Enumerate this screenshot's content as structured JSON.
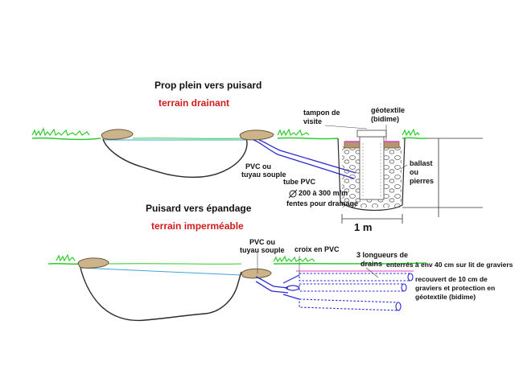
{
  "section1": {
    "title": "Prop plein vers puisard",
    "subtitle": "terrain drainant",
    "labels": {
      "pvc_line1": "PVC ou",
      "pvc_line2": "tuyau souple",
      "tampon_line1": "tampon de",
      "tampon_line2": "visite",
      "geo_line1": "géotextile",
      "geo_line2": "(bidime)",
      "ballast_line1": "ballast",
      "ballast_line2": "ou",
      "ballast_line3": "pierres",
      "tube": "tube PVC",
      "diameter": "200 à 300",
      "diameter_unit": "m/m",
      "fentes": "fentes pour drainage",
      "scale": "1 m"
    }
  },
  "section2": {
    "title": "Puisard vers épandage",
    "subtitle_prefix": "terrain ",
    "subtitle_word": "imperméable",
    "labels": {
      "pvc_line1": "PVC ou",
      "pvc_line2": "tuyau souple",
      "croix": "croix en PVC",
      "longueurs_line1": "3 longueurs de",
      "longueurs_line2": "drains",
      "enterres": "enterrés à env 40 cm",
      "lit": "sur lit de",
      "graviers": "graviers",
      "recouvert1": "recouvert de 10 cm de",
      "recouvert2": "graviers  et protection en",
      "recouvert3": "géotextile (bidime)"
    }
  },
  "colors": {
    "grass": "#2ecc2e",
    "water": "#3aa6d8",
    "pipe": "#2a2ad4",
    "soil": "#2a2a2a",
    "red": "#d01c1c",
    "stone": "#cdb38a",
    "magenta": "#e040c0"
  }
}
